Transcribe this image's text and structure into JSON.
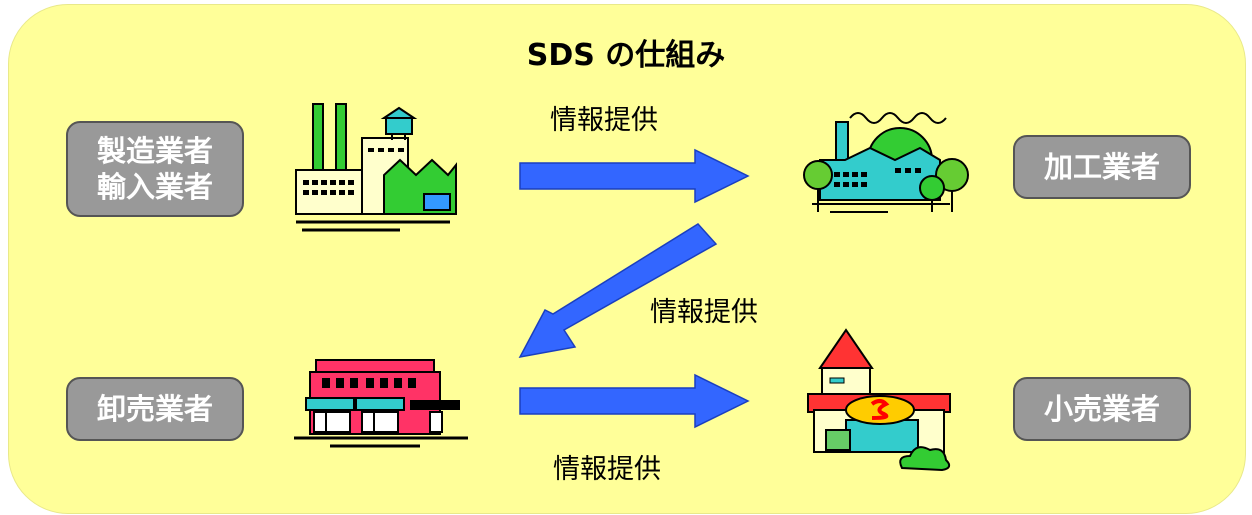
{
  "title": "SDS の仕組み",
  "actors": {
    "manufacturer_line1": "製造業者",
    "manufacturer_line2": "輸入業者",
    "processor": "加工業者",
    "wholesaler": "卸売業者",
    "retailer": "小売業者"
  },
  "flows": {
    "manufacturer_to_processor": "情報提供",
    "processor_to_wholesaler": "情報提供",
    "wholesaler_to_retailer": "情報提供"
  },
  "colors": {
    "background": "#ffff99",
    "actor_box": "#999999",
    "arrow": "#3366ff"
  },
  "icons": [
    "factory-icon",
    "processing-plant-icon",
    "wholesale-store-icon",
    "retail-store-icon"
  ]
}
